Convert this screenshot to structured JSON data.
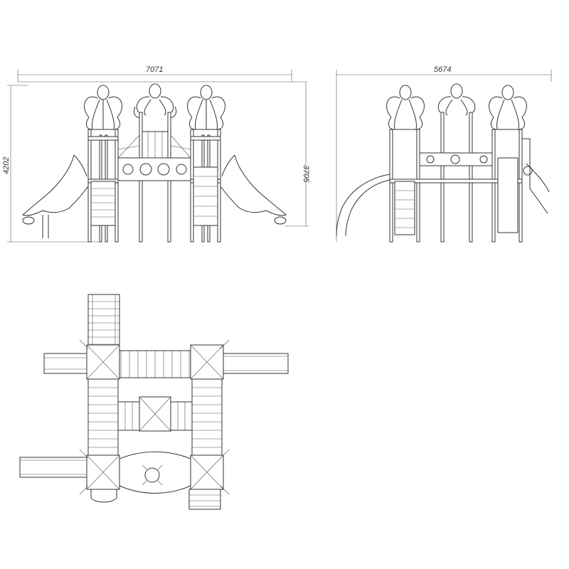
{
  "drawing": {
    "front_view": {
      "width_label": "7071",
      "height_label_left": "4202",
      "height_label_right": "3705"
    },
    "side_view": {
      "width_label": "5674"
    }
  }
}
